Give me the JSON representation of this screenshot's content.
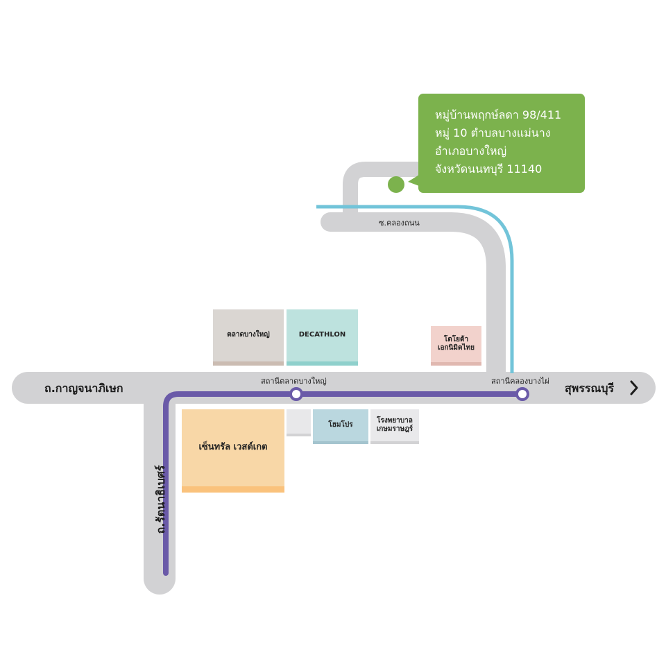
{
  "map": {
    "colors": {
      "road": "#d2d2d4",
      "rail_purple": "#6a5aa8",
      "rail_blue": "#72c4d9",
      "marker": "#7cb24d",
      "callout_bg": "#7cb24d"
    },
    "roads": {
      "main_west": "ถ.กาญจนาภิเษก",
      "main_east": "สุพรรณบุรี",
      "vertical": "ถ.รัตนาธิเบศร์",
      "soi": "ซ.คลองถนน"
    },
    "stations": {
      "talad": "สถานีตลาดบางใหญ่",
      "khlong": "สถานีคลองบางไผ่"
    },
    "places": {
      "talad_bangyai": "ตลาดบางใหญ่",
      "decathlon": "DECATHLON",
      "toyota_line1": "โตโยต้า",
      "toyota_line2": "เอกนิมิตไทย",
      "central": "เซ็นทรัล เวสต์เกต",
      "homepro": "โฮมโปร",
      "hospital_line1": "โรงพยาบาล",
      "hospital_line2": "เกษมราษฎร์"
    },
    "address": {
      "line1": "หมู่บ้านพฤกษ์ลดา 98/411",
      "line2": "หมู่ 10 ตำบลบางแม่นาง",
      "line3": "อำเภอบางใหญ่",
      "line4": "จังหวัดนนทบุรี 11140"
    },
    "icons": {
      "direction": "chevron-right-icon",
      "location": "location-dot-icon",
      "station": "station-ring-icon"
    }
  }
}
